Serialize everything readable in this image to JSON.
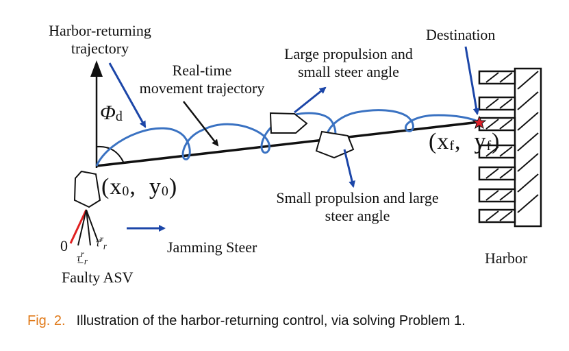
{
  "labels": {
    "harbor_returning_line1": "Harbor-returning",
    "harbor_returning_line2": "trajectory",
    "realtime_line1": "Real-time",
    "realtime_line2": "movement trajectory",
    "large_prop_line1": "Large propulsion and",
    "large_prop_line2": "small steer angle",
    "small_prop_line1": "Small propulsion and large",
    "small_prop_line2": "steer angle",
    "destination": "Destination",
    "phi": "Φ",
    "phi_sub": "d",
    "start_x": "x",
    "start_x_sub": "0",
    "start_y": "y",
    "start_y_sub": "0",
    "end_x": "x",
    "end_x_sub": "f",
    "end_y": "y",
    "end_y_sub": "f",
    "zero": "0",
    "tau_lower": "τ̲",
    "tau_upper": "τ̄",
    "tau_sup": "r",
    "tau_sub": "r",
    "jamming_steer": "Jamming Steer",
    "faulty_asv": "Faulty ASV",
    "harbor": "Harbor"
  },
  "caption": {
    "fig_no": "Fig. 2.",
    "text": "Illustration of the harbor-returning control, via solving Problem 1."
  },
  "colors": {
    "trajectory_blue": "#3a72c2",
    "arrow_navy": "#1c46a8",
    "line_black": "#111111",
    "destination_star": "#e0202a",
    "fault_red": "#e02020",
    "caption_orange": "#e07a1a"
  }
}
